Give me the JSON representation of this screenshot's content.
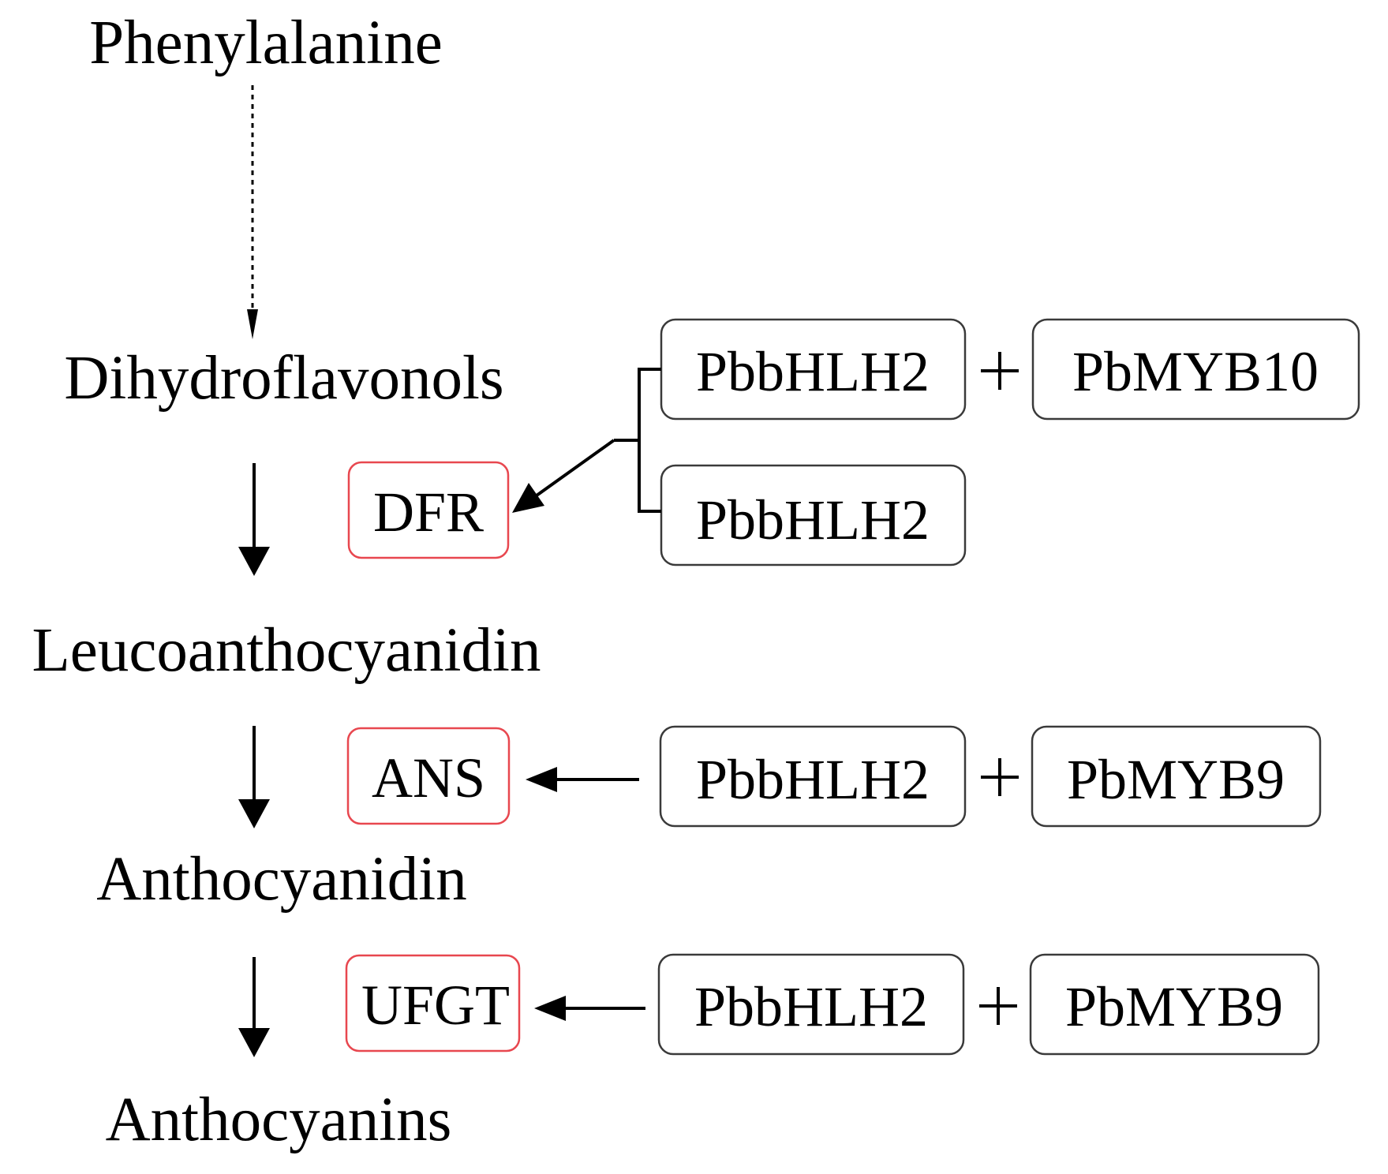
{
  "colors": {
    "enzyme_border": "#e8474f",
    "tf_border": "#3a3a3a",
    "text": "#000000",
    "arrow": "#000000"
  },
  "metabolites": {
    "phenylalanine": "Phenylalanine",
    "dihydroflavonols": "Dihydroflavonols",
    "leucoanthocyanidin": "Leucoanthocyanidin",
    "anthocyanidin": "Anthocyanidin",
    "anthocyanins": "Anthocyanins"
  },
  "enzymes": {
    "dfr": "DFR",
    "ans": "ANS",
    "ufgt": "UFGT"
  },
  "regulators": {
    "dfr_row1_a": "PbbHLH2",
    "dfr_row1_b": "PbMYB10",
    "dfr_row2": "PbbHLH2",
    "ans_a": "PbbHLH2",
    "ans_b": "PbMYB9",
    "ufgt_a": "PbbHLH2",
    "ufgt_b": "PbMYB9"
  }
}
